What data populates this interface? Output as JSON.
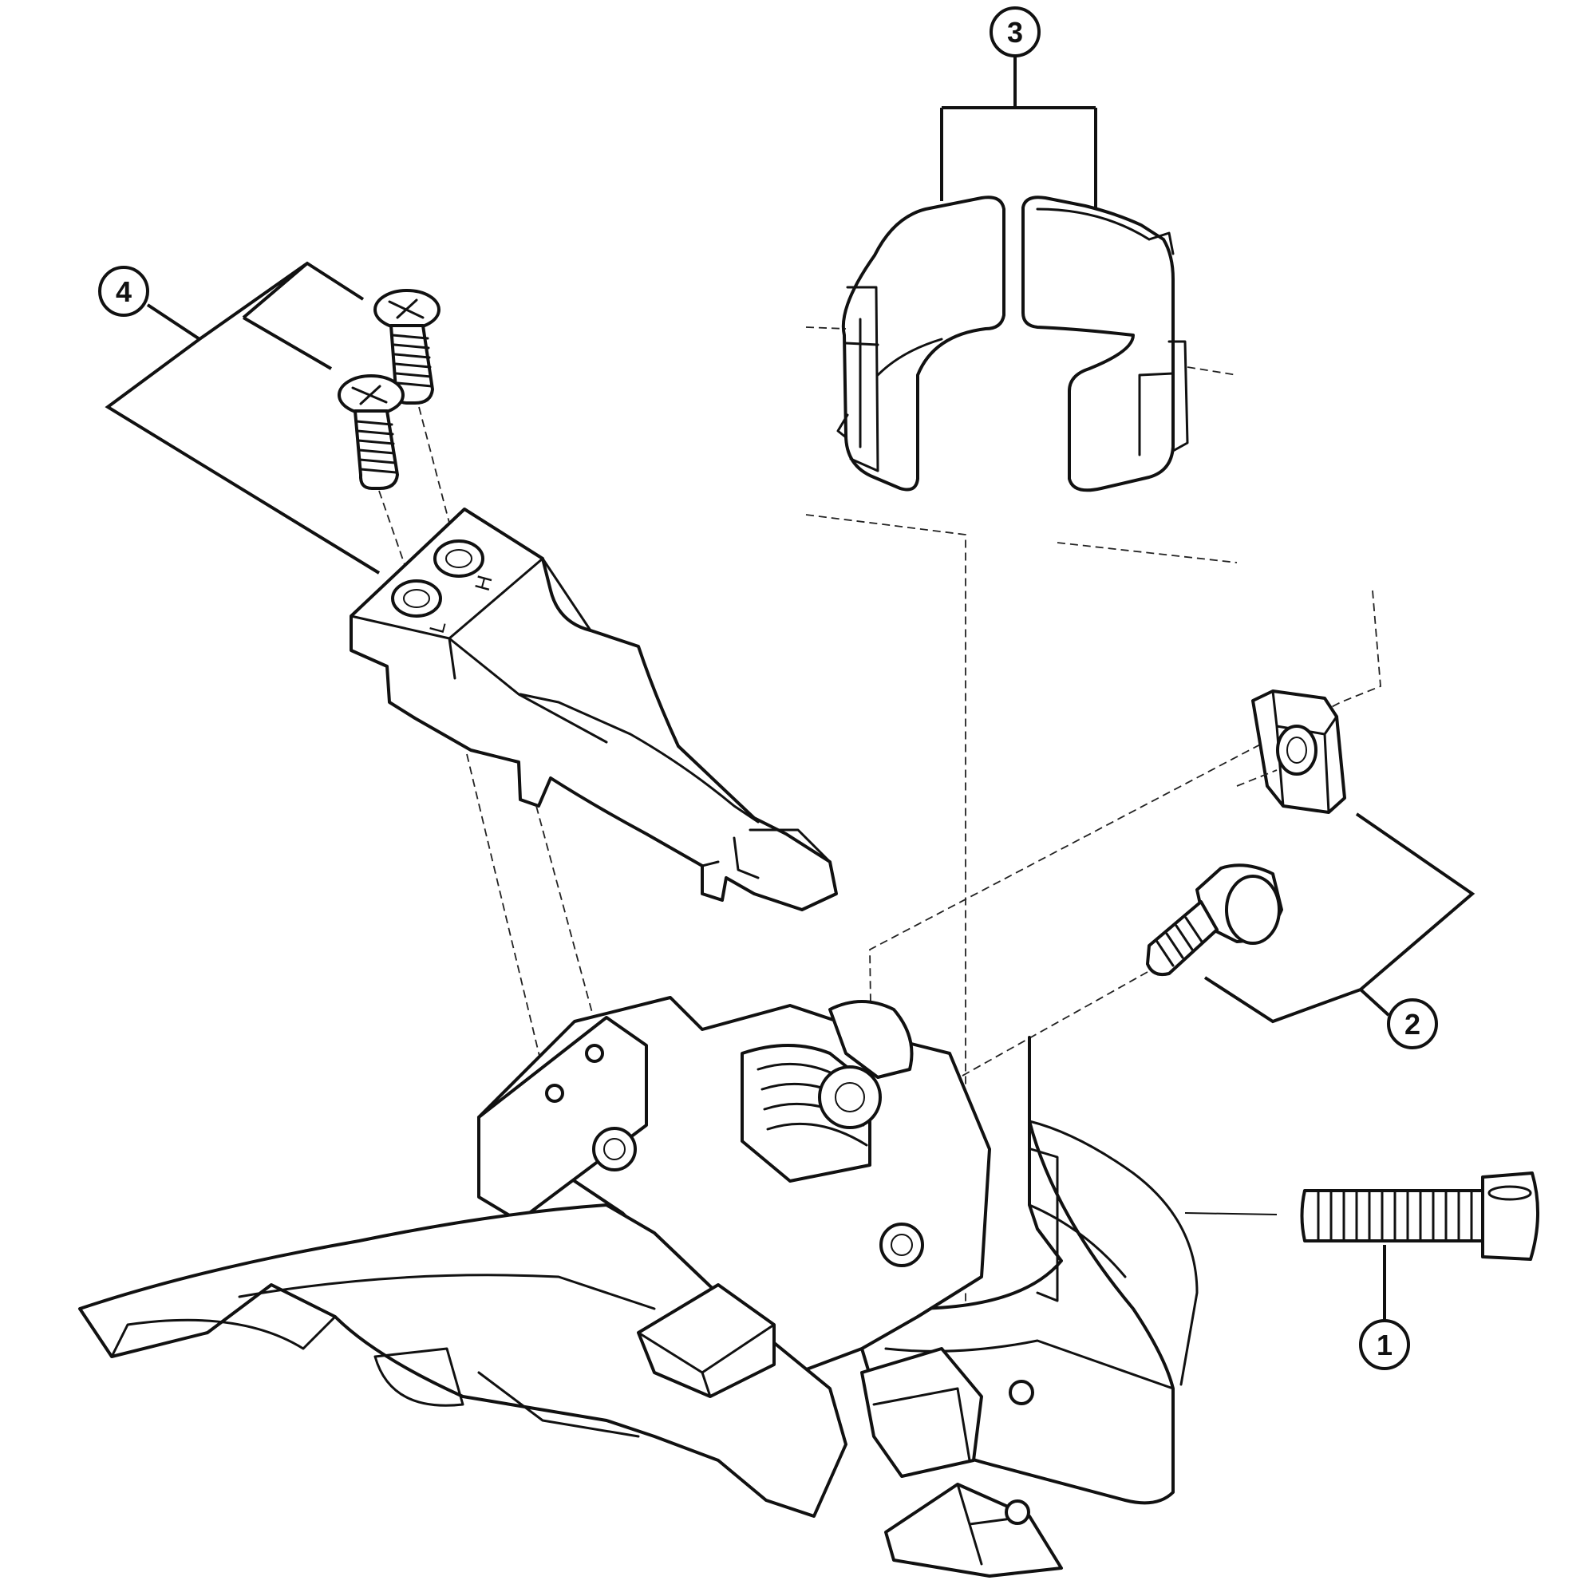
{
  "callouts": [
    {
      "id": "1",
      "label": "1"
    },
    {
      "id": "2",
      "label": "2"
    },
    {
      "id": "3",
      "label": "3"
    },
    {
      "id": "4",
      "label": "4"
    }
  ],
  "adjust_marks": {
    "high": "H",
    "low": "L"
  }
}
